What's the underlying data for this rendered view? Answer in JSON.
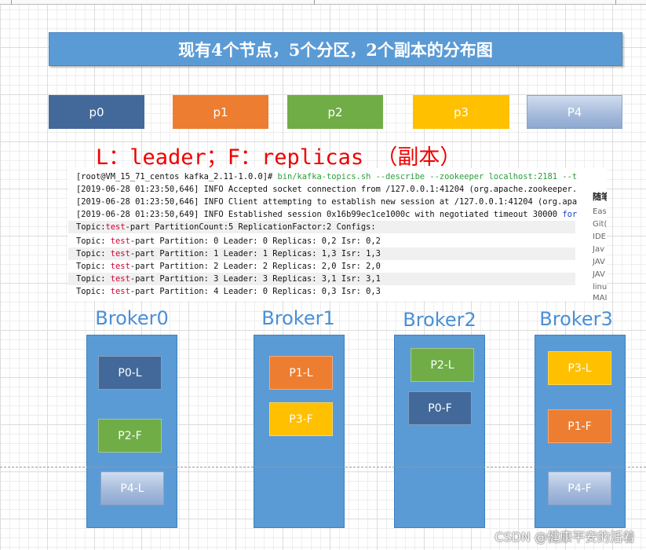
{
  "title": "现有4个节点，5个分区，2个副本的分布图",
  "legend": {
    "partitions": [
      {
        "label": "p0",
        "color": "#43699a"
      },
      {
        "label": "p1",
        "color": "#ed7d31"
      },
      {
        "label": "p2",
        "color": "#70ad47"
      },
      {
        "label": "p3",
        "color": "#ffc000"
      },
      {
        "label": "P4",
        "color": "#a7bcdc"
      }
    ],
    "note": "L：leader；F：replicas （副本）"
  },
  "terminal": {
    "lines": [
      {
        "parts": [
          {
            "t": "[root@VM_15_71_centos kafka_2.11-1.0.0]# ",
            "c": ""
          },
          {
            "t": "bin/kafka-topics.sh --describe --zookeeper localhost:2181 --t",
            "c": "green"
          }
        ]
      },
      {
        "parts": [
          {
            "t": "[2019-06-28 01:23:50,646] INFO Accepted socket connection from /127.0.0.1:41204 (org.apache.zookeeper.",
            "c": ""
          }
        ]
      },
      {
        "parts": [
          {
            "t": "[2019-06-28 01:23:50,646] INFO Client attempting to establish new session at /127.0.0.1:41204 (org.apa",
            "c": ""
          }
        ]
      },
      {
        "parts": [
          {
            "t": "[2019-06-28 01:23:50,649] INFO Established session 0x16b99ec1ce1000c with negotiated timeout 30000 ",
            "c": ""
          },
          {
            "t": "for",
            "c": "blue"
          }
        ]
      },
      {
        "parts": [
          {
            "t": "Topic:",
            "c": ""
          },
          {
            "t": "test",
            "c": "red"
          },
          {
            "t": "-part PartitionCount:5    ReplicationFactor:2 Configs:",
            "c": ""
          }
        ]
      },
      {
        "parts": [
          {
            "t": "        Topic: ",
            "c": ""
          },
          {
            "t": "test",
            "c": "red"
          },
          {
            "t": "-part    Partition: 0    Leader: 0    Replicas: 0,2    Isr: 0,2",
            "c": ""
          }
        ]
      },
      {
        "parts": [
          {
            "t": "        Topic: ",
            "c": ""
          },
          {
            "t": "test",
            "c": "red"
          },
          {
            "t": "-part    Partition: 1    Leader: 1    Replicas: 1,3    Isr: 1,3",
            "c": ""
          }
        ]
      },
      {
        "parts": [
          {
            "t": "        Topic: ",
            "c": ""
          },
          {
            "t": "test",
            "c": "red"
          },
          {
            "t": "-part    Partition: 2    Leader: 2    Replicas: 2,0    Isr: 2,0",
            "c": ""
          }
        ]
      },
      {
        "parts": [
          {
            "t": "        Topic: ",
            "c": ""
          },
          {
            "t": "test",
            "c": "red"
          },
          {
            "t": "-part    Partition: 3    Leader: 3    Replicas: 3,1    Isr: 3,1",
            "c": ""
          }
        ]
      },
      {
        "parts": [
          {
            "t": "   Topic: ",
            "c": ""
          },
          {
            "t": "test",
            "c": "red"
          },
          {
            "t": "-part    Partition: 4    Leader: 0    Replicas: 0,3    Isr: 0,3",
            "c": ""
          }
        ]
      }
    ],
    "side": [
      "随笔",
      "Eas",
      "Git(",
      "IDE",
      "Jav",
      "JAV",
      "JAV",
      "linu",
      "MAI"
    ]
  },
  "brokers": [
    {
      "label": "Broker0",
      "partitions": [
        {
          "label": "P0-L",
          "color": "#43699a"
        },
        {
          "label": "P2-F",
          "color": "#70ad47"
        },
        {
          "label": "P4-L",
          "color": "#a7bcdc"
        }
      ]
    },
    {
      "label": "Broker1",
      "partitions": [
        {
          "label": "P1-L",
          "color": "#ed7d31"
        },
        {
          "label": "P3-F",
          "color": "#ffc000"
        }
      ]
    },
    {
      "label": "Broker2",
      "partitions": [
        {
          "label": "P2-L",
          "color": "#70ad47"
        },
        {
          "label": "P0-F",
          "color": "#43699a"
        }
      ]
    },
    {
      "label": "Broker3",
      "partitions": [
        {
          "label": "P3-L",
          "color": "#ffc000"
        },
        {
          "label": "P1-F",
          "color": "#ed7d31"
        },
        {
          "label": "P4-F",
          "color": "#a7bcdc"
        }
      ]
    }
  ],
  "watermark": "CSDN @健康平安的活着"
}
